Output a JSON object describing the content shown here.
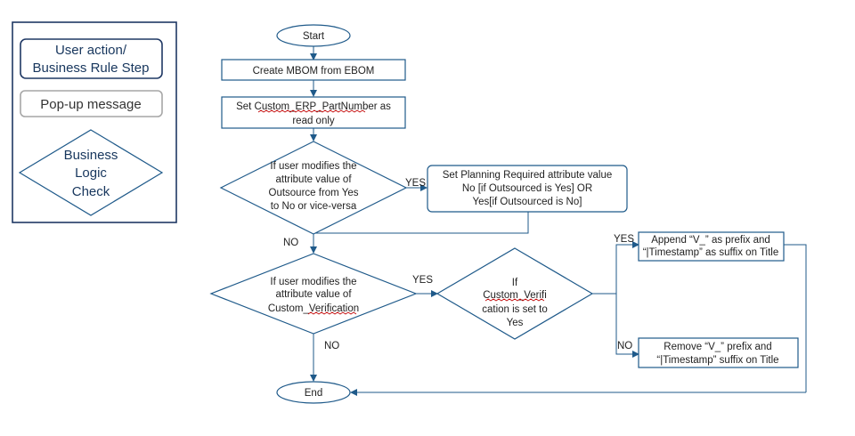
{
  "colors": {
    "stroke": "#1f5a8a",
    "legend_border": "#1f3864",
    "popup_border": "#a6a6a6",
    "text": "#1f1f1f"
  },
  "legend": {
    "user_action": [
      "User action/",
      "Business Rule Step"
    ],
    "popup": "Pop-up message",
    "logic": [
      "Business",
      "Logic",
      "Check"
    ]
  },
  "flow": {
    "start": "Start",
    "create_mbom": "Create MBOM from EBOM",
    "set_custom": [
      "Set Custom_ERP_PartNumber as",
      "read only"
    ],
    "decision_outsource": [
      "If user modifies the",
      "attribute value of",
      "Outsource from Yes",
      "to No or vice-versa"
    ],
    "set_planning": [
      "Set Planning Required attribute value",
      "No [if Outsourced is Yes] OR",
      "Yes[if Outsourced is No]"
    ],
    "decision_verification": [
      "If user modifies the",
      "attribute value of",
      "Custom_Verification"
    ],
    "decision_set": [
      "If",
      "Custom_Verifi",
      "cation is set to",
      "Yes"
    ],
    "append_v": [
      "Append “V_” as prefix and",
      "“|Timestamp” as suffix on Title"
    ],
    "remove_v": [
      "Remove “V_” prefix and",
      "“|Timestamp” suffix on Title"
    ],
    "end": "End"
  },
  "labels": {
    "yes1": "YES",
    "no1": "NO",
    "yes2": "YES",
    "no2": "NO",
    "yes3": "YES",
    "no3": "NO"
  }
}
